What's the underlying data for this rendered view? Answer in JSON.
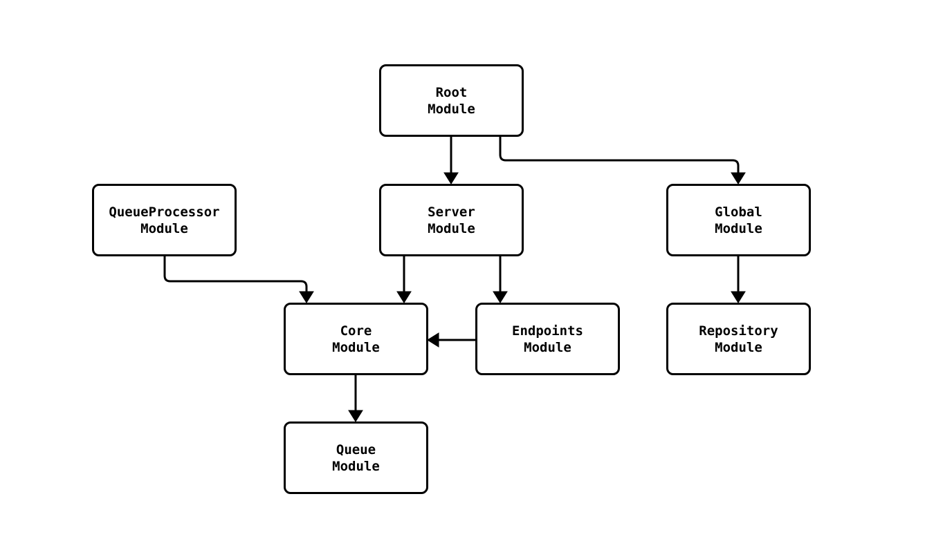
{
  "diagram": {
    "type": "flowchart",
    "direction": "top-down",
    "background_color": "#ffffff",
    "stroke_color": "#000000",
    "node_fill_color": "#ffffff",
    "node_text_color": "#000000",
    "nodes": [
      {
        "id": "root",
        "label": "Root\nModule"
      },
      {
        "id": "queueprocessor",
        "label": "QueueProcessor\nModule"
      },
      {
        "id": "server",
        "label": "Server\nModule"
      },
      {
        "id": "global",
        "label": "Global\nModule"
      },
      {
        "id": "core",
        "label": "Core\nModule"
      },
      {
        "id": "endpoints",
        "label": "Endpoints\nModule"
      },
      {
        "id": "repository",
        "label": "Repository\nModule"
      },
      {
        "id": "queue",
        "label": "Queue\nModule"
      }
    ],
    "edges": [
      {
        "from": "Root Module",
        "to": "Server Module",
        "style": "arrow"
      },
      {
        "from": "Root Module",
        "to": "Global Module",
        "style": "arrow"
      },
      {
        "from": "QueueProcessor Module",
        "to": "Core Module",
        "style": "arrow"
      },
      {
        "from": "Server Module",
        "to": "Core Module",
        "style": "arrow"
      },
      {
        "from": "Server Module",
        "to": "Endpoints Module",
        "style": "arrow"
      },
      {
        "from": "Endpoints Module",
        "to": "Core Module",
        "style": "arrow"
      },
      {
        "from": "Global Module",
        "to": "Repository Module",
        "style": "arrow"
      },
      {
        "from": "Core Module",
        "to": "Queue Module",
        "style": "arrow"
      }
    ]
  }
}
